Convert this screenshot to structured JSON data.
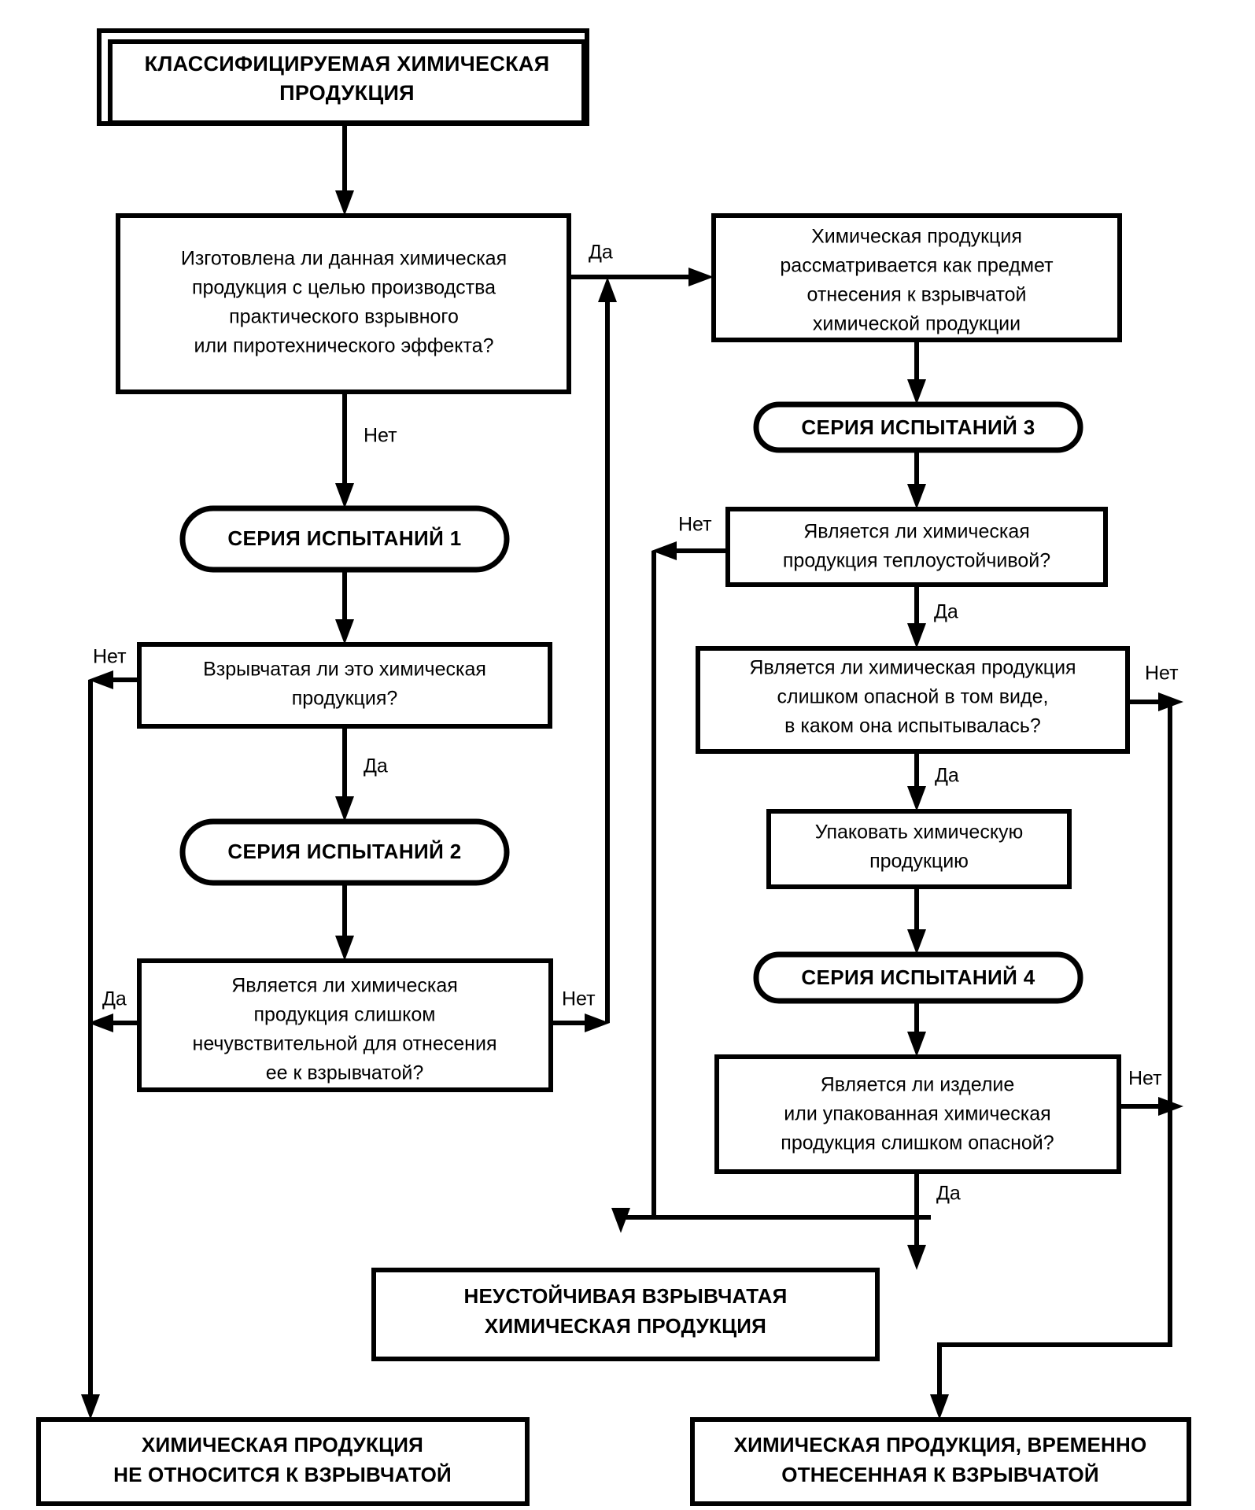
{
  "diagram": {
    "title_node": {
      "id": "start",
      "text_lines": [
        "КЛАССИФИЦИРУЕМАЯ ХИМИЧЕСКАЯ",
        "ПРОДУКЦИЯ"
      ],
      "shape": "double-rect"
    },
    "nodes": [
      {
        "id": "q-manufactured",
        "shape": "rect",
        "text_lines": [
          "Изготовлена ли данная химическая",
          "продукция с целью производства",
          "практического взрывного",
          "или пиротехнического эффекта?"
        ]
      },
      {
        "id": "considered-explosive",
        "shape": "rect",
        "text_lines": [
          "Химическая продукция",
          "рассматривается как предмет",
          "отнесения к взрывчатой",
          "химической продукции"
        ]
      },
      {
        "id": "test-series-3",
        "shape": "pill",
        "text_lines": [
          "СЕРИЯ ИСПЫТАНИЙ 3"
        ]
      },
      {
        "id": "q-heat-stable",
        "shape": "rect",
        "text_lines": [
          "Является ли химическая",
          "продукция теплоустойчивой?"
        ]
      },
      {
        "id": "q-too-dangerous-as-tested",
        "shape": "rect",
        "text_lines": [
          "Является ли химическая продукция",
          "слишком опасной в том виде,",
          "в каком она испытывалась?"
        ]
      },
      {
        "id": "package-product",
        "shape": "rect",
        "text_lines": [
          "Упаковать химическую",
          "продукцию"
        ]
      },
      {
        "id": "test-series-4",
        "shape": "pill",
        "text_lines": [
          "СЕРИЯ ИСПЫТАНИЙ 4"
        ]
      },
      {
        "id": "q-article-too-dangerous",
        "shape": "rect",
        "text_lines": [
          "Является ли изделие",
          "или упакованная химическая",
          "продукция слишком опасной?"
        ]
      },
      {
        "id": "test-series-1",
        "shape": "pill",
        "text_lines": [
          "СЕРИЯ ИСПЫТАНИЙ 1"
        ]
      },
      {
        "id": "q-is-explosive",
        "shape": "rect",
        "text_lines": [
          "Взрывчатая ли это химическая",
          "продукция?"
        ]
      },
      {
        "id": "test-series-2",
        "shape": "pill",
        "text_lines": [
          "СЕРИЯ ИСПЫТАНИЙ 2"
        ]
      },
      {
        "id": "q-too-insensitive",
        "shape": "rect",
        "text_lines": [
          "Является ли химическая",
          "продукция слишком",
          "нечувствительной для отнесения",
          "ее к взрывчатой?"
        ]
      },
      {
        "id": "result-unstable",
        "shape": "rect",
        "text_lines": [
          "НЕУСТОЙЧИВАЯ ВЗРЫВЧАТАЯ",
          "ХИМИЧЕСКАЯ ПРОДУКЦИЯ"
        ]
      },
      {
        "id": "result-not-explosive",
        "shape": "rect",
        "text_lines": [
          "ХИМИЧЕСКАЯ ПРОДУКЦИЯ",
          "НЕ ОТНОСИТСЯ К ВЗРЫВЧАТОЙ"
        ]
      },
      {
        "id": "result-temporarily-explosive",
        "shape": "rect",
        "text_lines": [
          "ХИМИЧЕСКАЯ ПРОДУКЦИЯ, ВРЕМЕННО",
          "ОТНЕСЕННАЯ К ВЗРЫВЧАТОЙ"
        ]
      }
    ],
    "edge_labels": {
      "yes": "Да",
      "no": "Нет"
    },
    "labels": [
      {
        "id": "lbl-manufactured-yes",
        "text": "Да"
      },
      {
        "id": "lbl-manufactured-no",
        "text": "Нет"
      },
      {
        "id": "lbl-heat-stable-no",
        "text": "Нет"
      },
      {
        "id": "lbl-heat-stable-yes",
        "text": "Да"
      },
      {
        "id": "lbl-too-dangerous-no",
        "text": "Нет"
      },
      {
        "id": "lbl-too-dangerous-yes",
        "text": "Да"
      },
      {
        "id": "lbl-article-no",
        "text": "Нет"
      },
      {
        "id": "lbl-article-yes",
        "text": "Да"
      },
      {
        "id": "lbl-is-explosive-no",
        "text": "Нет"
      },
      {
        "id": "lbl-is-explosive-yes",
        "text": "Да"
      },
      {
        "id": "lbl-insensitive-yes",
        "text": "Да"
      },
      {
        "id": "lbl-insensitive-no",
        "text": "Нет"
      }
    ],
    "colors": {
      "stroke": "#000000",
      "fill": "#ffffff",
      "text": "#000000"
    }
  }
}
